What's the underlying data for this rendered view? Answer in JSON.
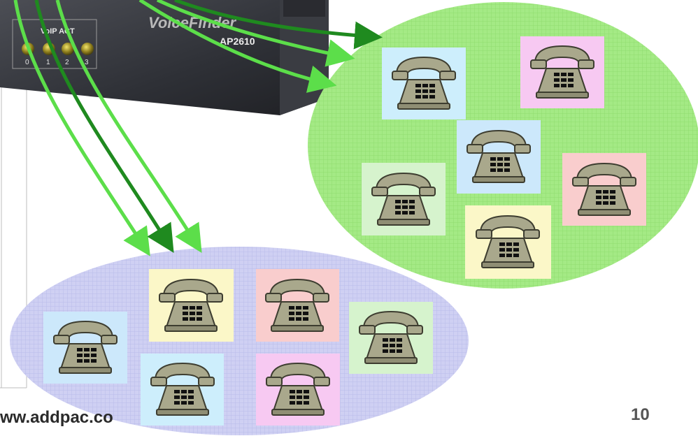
{
  "device": {
    "section_label": "VoIP ACT",
    "brand": "VoiceFinder",
    "model": "AP2610",
    "port_numbers": [
      "0",
      "1",
      "2",
      "3"
    ]
  },
  "colors": {
    "arrow_dark": "#1f8a1f",
    "arrow_light": "#5cde4a",
    "cluster_green": "#9fe87c",
    "cluster_blue": "#cccdf2",
    "phone_body": "#a9a88c",
    "tile_blue": "#cdeefc",
    "tile_pink": "#f7c9f2",
    "tile_light_blue": "#cce8fb",
    "tile_green": "#d6f3cd",
    "tile_yellow": "#fbf7c8",
    "tile_red": "#f9cdcd"
  },
  "clusters": [
    {
      "name": "cluster-right",
      "phones": [
        {
          "tile": "tile_blue"
        },
        {
          "tile": "tile_pink"
        },
        {
          "tile": "tile_light_blue"
        },
        {
          "tile": "tile_green"
        },
        {
          "tile": "tile_red"
        },
        {
          "tile": "tile_yellow"
        }
      ]
    },
    {
      "name": "cluster-bottom",
      "phones": [
        {
          "tile": "tile_light_blue"
        },
        {
          "tile": "tile_yellow"
        },
        {
          "tile": "tile_red"
        },
        {
          "tile": "tile_green"
        },
        {
          "tile": "tile_blue"
        },
        {
          "tile": "tile_pink"
        }
      ]
    }
  ],
  "footer": {
    "url_text": "ww.addpac.co",
    "page_number": "10"
  }
}
